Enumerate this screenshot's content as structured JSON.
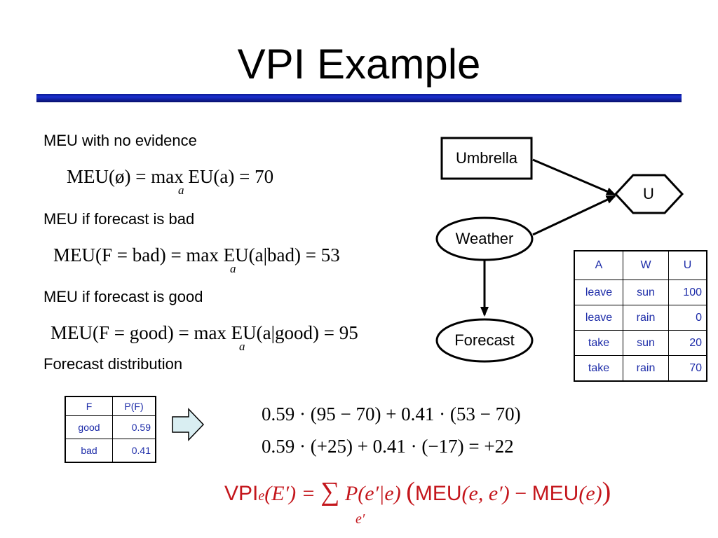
{
  "slide": {
    "title": "VPI Example"
  },
  "left": {
    "label_no_evidence": "MEU with no evidence",
    "eq_no_evidence_main": "MEU(ø) = max EU(a) = 70",
    "eq_no_evidence_sub": "a",
    "label_bad": "MEU if forecast is bad",
    "eq_bad_main": "MEU(F = bad) = max EU(a|bad) = 53",
    "eq_bad_sub": "a",
    "label_good": "MEU if forecast is good",
    "eq_good_main": "MEU(F = good) = max EU(a|good) = 95",
    "eq_good_sub": "a",
    "label_distribution": "Forecast distribution"
  },
  "forecast_table": {
    "headers": [
      "F",
      "P(F)"
    ],
    "rows": [
      [
        "good",
        "0.59"
      ],
      [
        "bad",
        "0.41"
      ]
    ]
  },
  "calculation": {
    "line1": "0.59 · (95 − 70) + 0.41 · (53 − 70)",
    "line2": "0.59 · (+25) + 0.41 · (−17) = +22"
  },
  "vpi_formula": {
    "lhs_name": "VPI",
    "lhs_sub": "e",
    "lhs_arg": "(E′) =",
    "sum_symbol": "∑",
    "sum_sub": "e′",
    "term": "P(e′|e)",
    "paren_open": "(",
    "meu1_name": "MEU",
    "meu1_arg": "(e, e′)",
    "minus": "−",
    "meu2_name": "MEU",
    "meu2_arg": "(e)",
    "paren_close": ")"
  },
  "diagram": {
    "umbrella_label": "Umbrella",
    "utility_label": "U",
    "weather_label": "Weather",
    "forecast_label": "Forecast"
  },
  "utility_table": {
    "headers": [
      "A",
      "W",
      "U"
    ],
    "rows": [
      [
        "leave",
        "sun",
        "100"
      ],
      [
        "leave",
        "rain",
        "0"
      ],
      [
        "take",
        "sun",
        "20"
      ],
      [
        "take",
        "rain",
        "70"
      ]
    ]
  },
  "colors": {
    "title_bar": "#1b2fd0",
    "table_text": "#1c2ba8",
    "formula_red": "#c4161c",
    "arrow_fill": "#d9eef2"
  }
}
